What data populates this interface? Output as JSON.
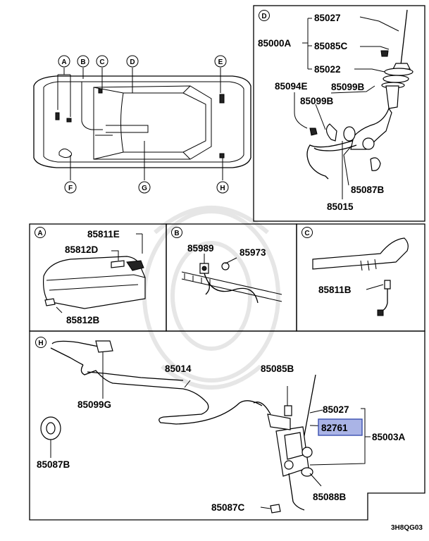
{
  "diagram_code": "3H8QG03",
  "highlight_color": "#aab4e6",
  "overview": {
    "callouts": [
      "A",
      "B",
      "C",
      "D",
      "E",
      "F",
      "G",
      "H"
    ]
  },
  "panel_d": {
    "letter": "D",
    "parts": {
      "p85027": "85027",
      "p85000a": "85000A",
      "p85085c": "85085C",
      "p85022": "85022",
      "p85094e": "85094E",
      "p85099b_top": "85099B",
      "p85099b_left": "85099B",
      "p85087b": "85087B",
      "p85015": "85015"
    }
  },
  "panel_a": {
    "letter": "A",
    "parts": {
      "p85811e": "85811E",
      "p85812d": "85812D",
      "p85812b": "85812B"
    }
  },
  "panel_b": {
    "letter": "B",
    "parts": {
      "p85989": "85989",
      "p85973": "85973"
    }
  },
  "panel_c": {
    "letter": "C",
    "parts": {
      "p85811b": "85811B"
    }
  },
  "panel_h": {
    "letter": "H",
    "parts": {
      "p85014": "85014",
      "p85085b": "85085B",
      "p85099g": "85099G",
      "p85087b": "85087B",
      "p85027": "85027",
      "p82761": "82761",
      "p85003a": "85003A",
      "p85088b": "85088B",
      "p85087c": "85087C"
    }
  }
}
